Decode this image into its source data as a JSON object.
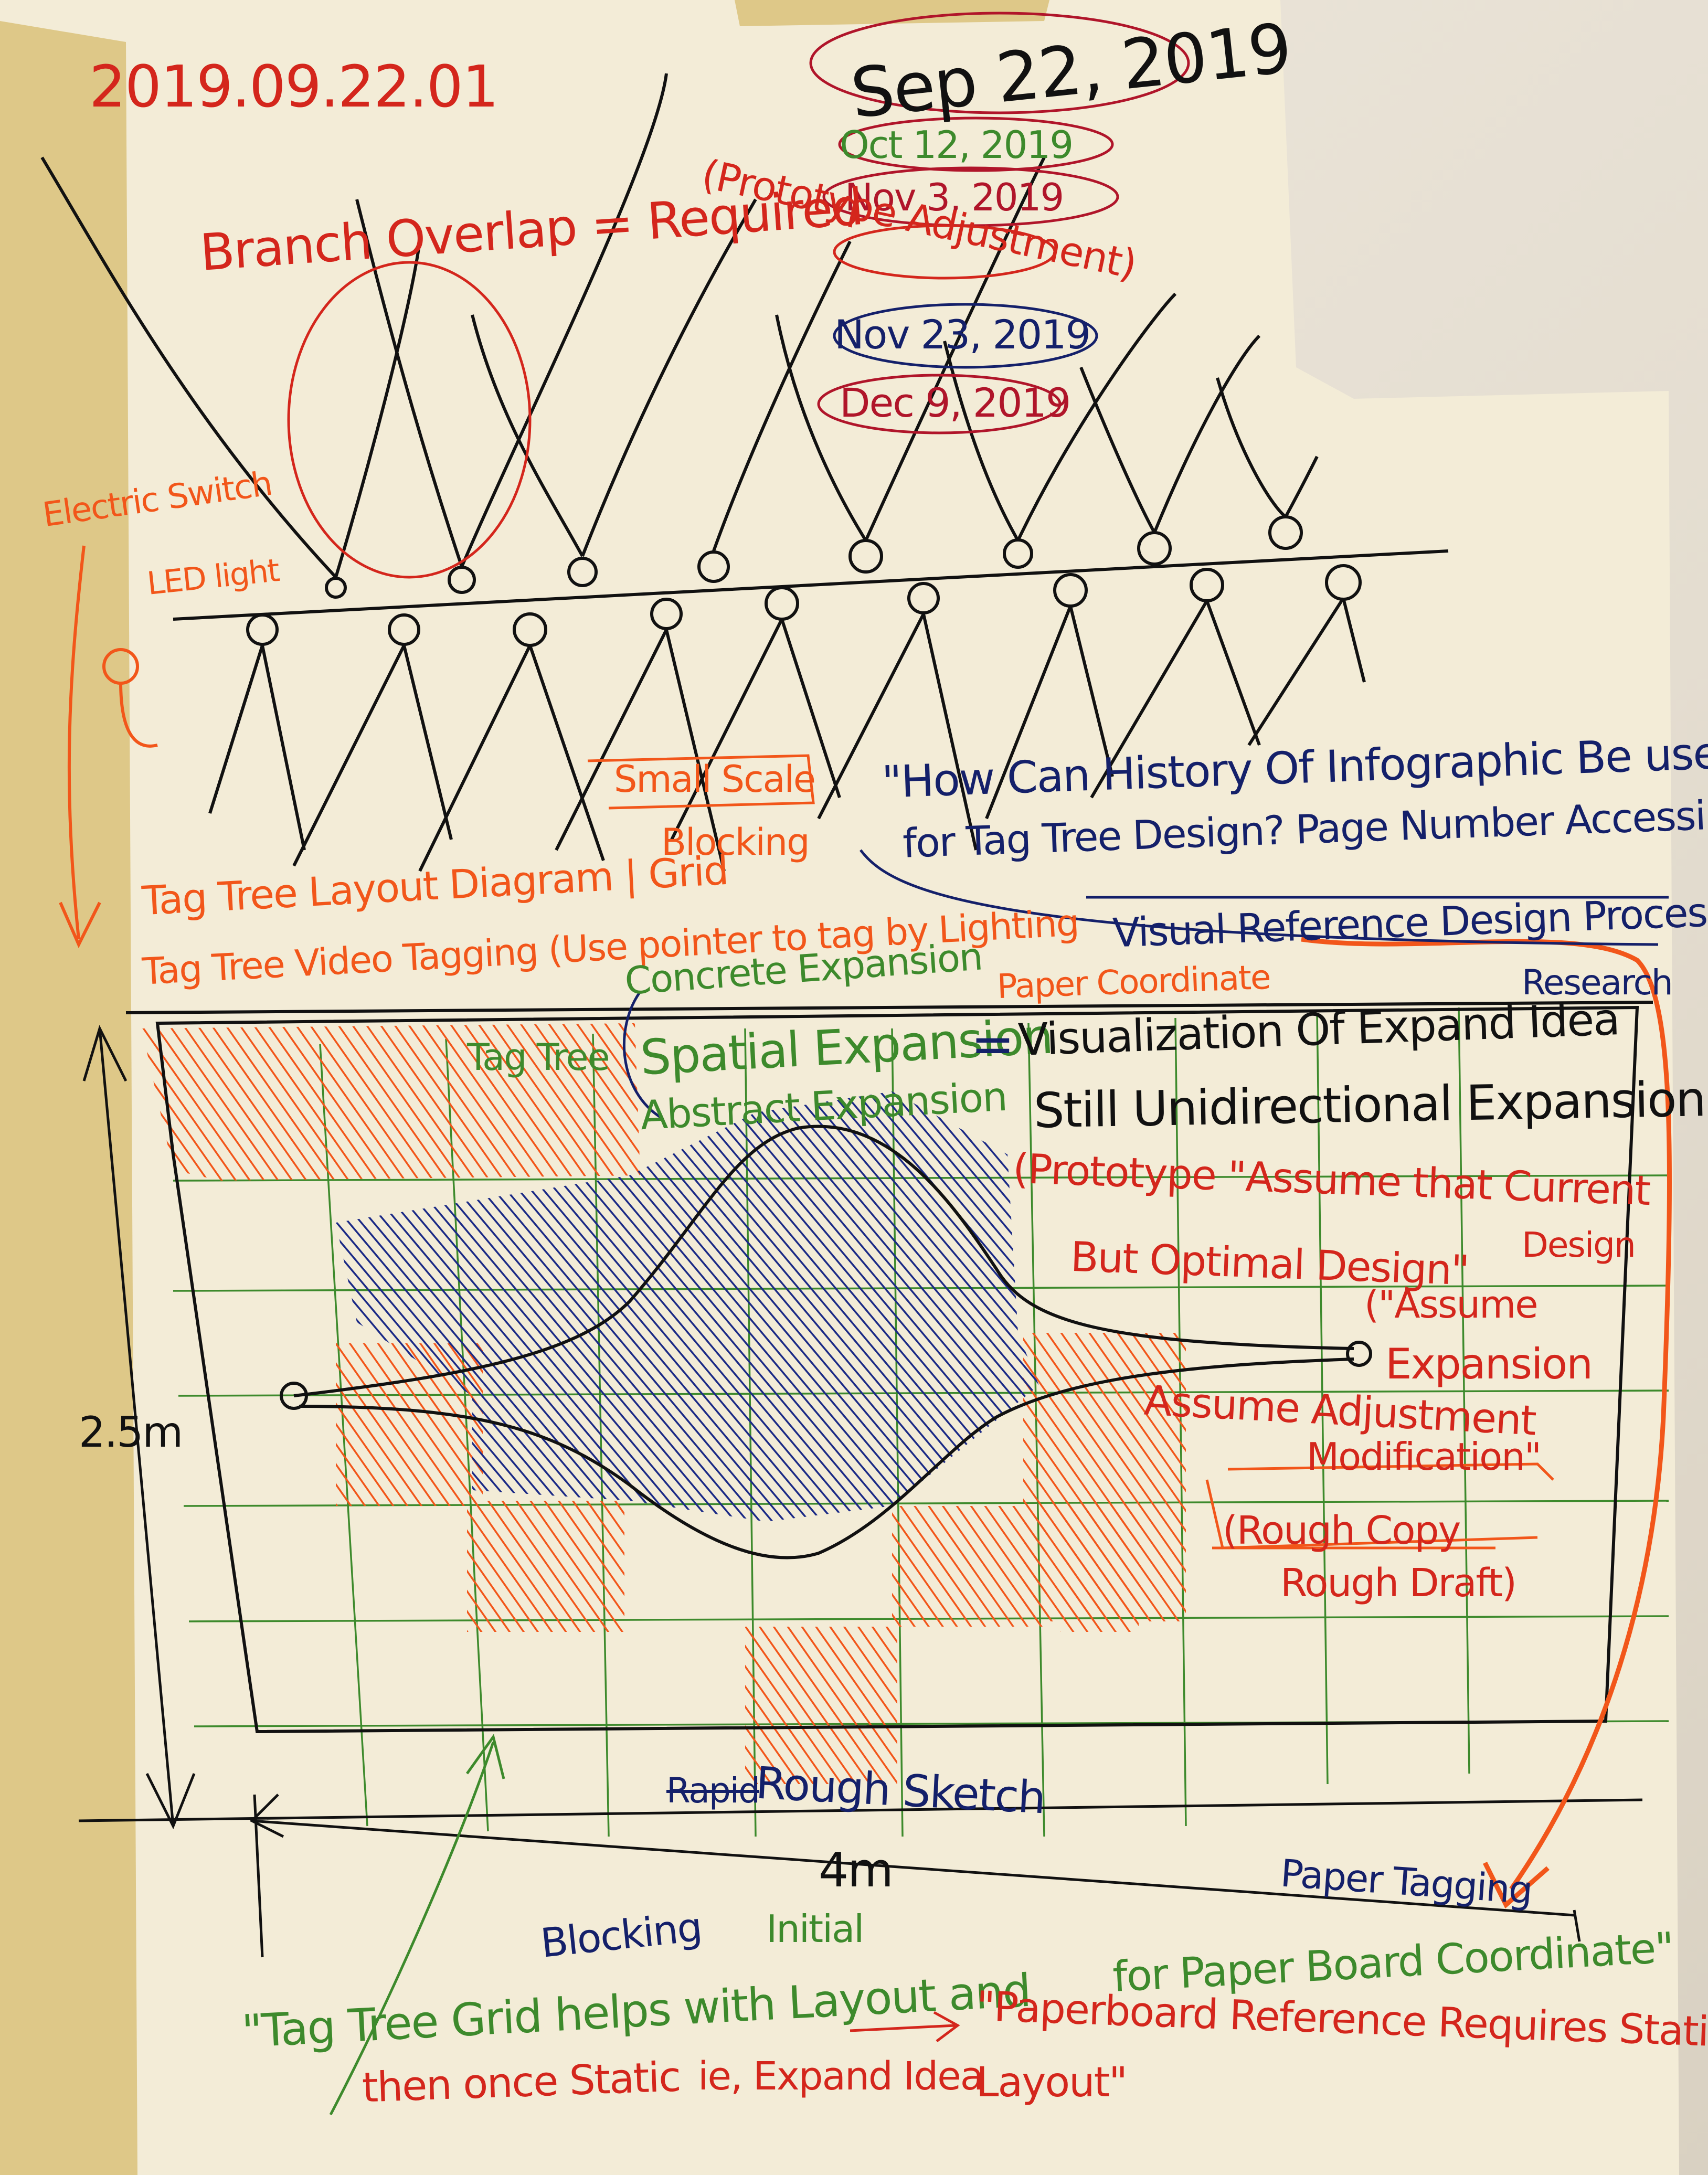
{
  "dates": {
    "header_code": "2019.09.22.01",
    "main": "Sep 22, 2019",
    "list": [
      "Oct 12, 2019",
      "Nov 3, 2019",
      "Nov 23, 2019",
      "Dec 9, 2019"
    ]
  },
  "top_notes": {
    "branch": "Branch Overlap = Required",
    "prototype": "(Prototype Adjustment)",
    "switch": "Electric Switch",
    "led": "LED light"
  },
  "questions": {
    "q1": "\"How Can History Of Infographic Be used",
    "q2": "for Tag Tree Design? Page Number Accessibility",
    "visual_ref": "Visual Reference Design Process",
    "research": "Research",
    "small_scale": "Small Scale",
    "blocking": "Blocking",
    "layout": "Tag Tree Layout Diagram | Grid",
    "video": "Tag Tree Video Tagging (Use pointer to tag by Lighting",
    "paper_coord": "Paper Coordinate",
    "concrete": "Concrete Expansion",
    "tag_tree": "Tag Tree",
    "spatial": "Spatial Expansion",
    "abstract": "Abstract Expansion",
    "equals": "=",
    "visualization": "Visualization Of Expand Idea",
    "still": "Still Unidirectional Expansion\""
  },
  "right_notes": {
    "proto1": "(Prototype \"Assume that Current",
    "proto2": "Design",
    "proto3": "But Optimal Design\"",
    "assume1": "(\"Assume",
    "expansion": "Expansion",
    "assume_adj": "Assume Adjustment",
    "modification": "Modification\"",
    "rough_copy": "(Rough Copy",
    "rough_draft": "Rough Draft)"
  },
  "dimensions": {
    "height": "2.5m",
    "width": "4m",
    "rough_sketch": "Rough Sketch",
    "rough_strike": "Rapid",
    "paper_tagging": "Paper Tagging",
    "initial": "Initial",
    "blocking2": "Blocking"
  },
  "bottom_notes": {
    "line1a": "\"Tag Tree Grid helps with Layout and",
    "line1b": "for Paper Board Coordinate\"",
    "line2a": "then once Static",
    "line2b": "ie, Expand Idea",
    "paperboard": "\"Paperboard Reference Requires Static",
    "layout": "Layout\""
  },
  "colors": {
    "paper": "#f3ecd7",
    "tape": "#d9c27a",
    "red": "#d4261c",
    "orange": "#f2561a",
    "navy": "#14206a",
    "green": "#3d8a2c",
    "ink": "#111111"
  }
}
